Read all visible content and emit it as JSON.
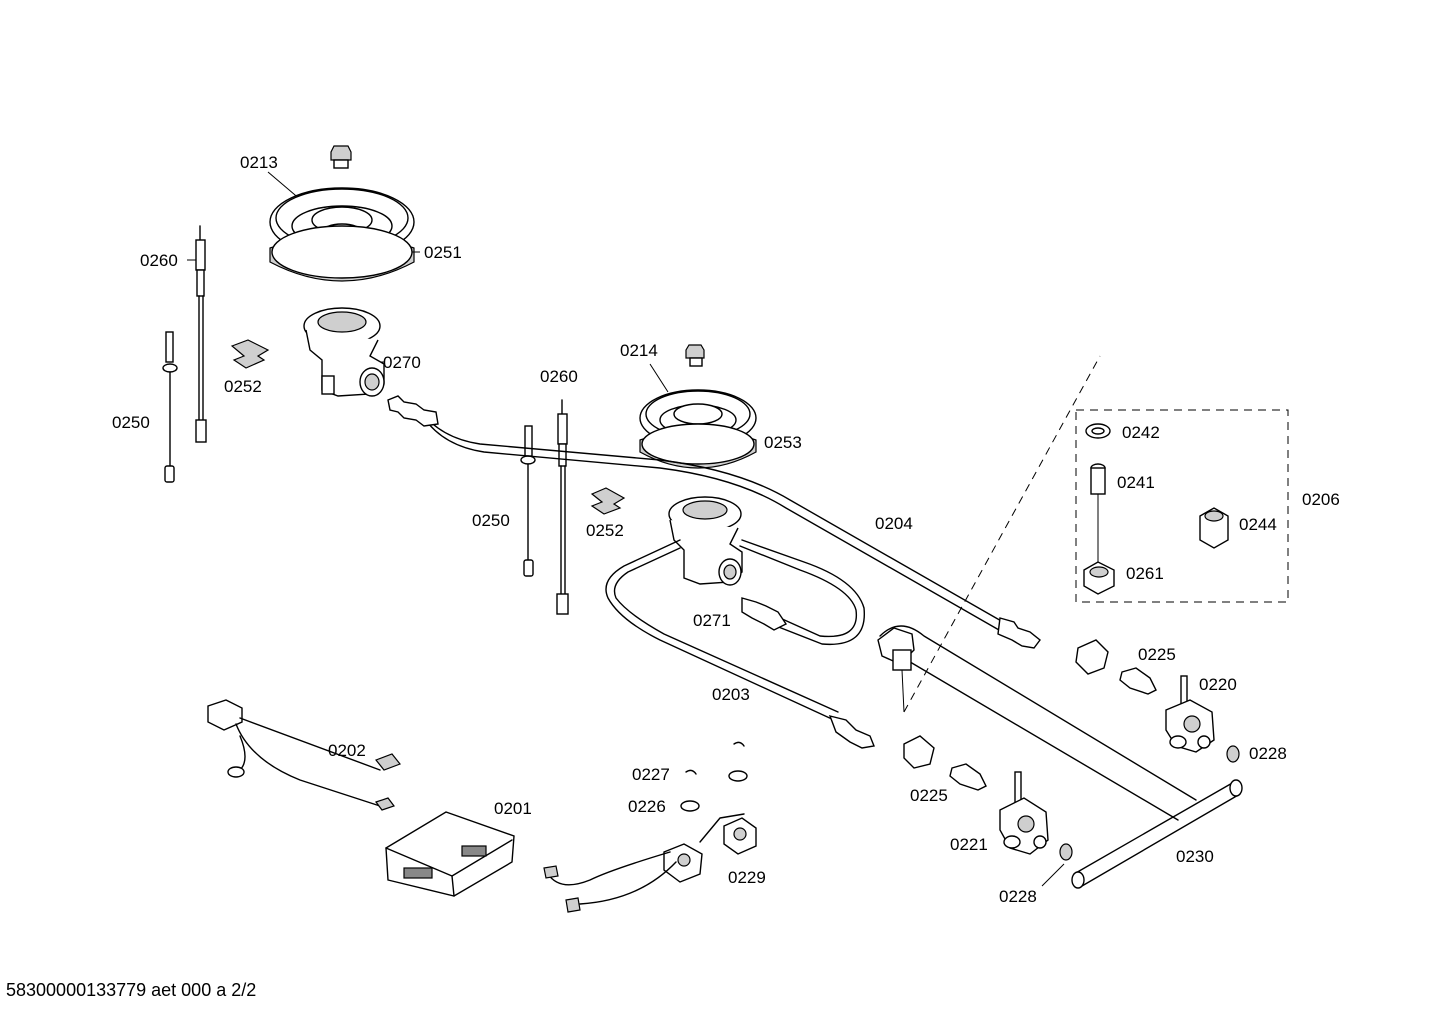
{
  "labels": {
    "p0213": "0213",
    "p0251": "0251",
    "p0260a": "0260",
    "p0252a": "0252",
    "p0250a": "0250",
    "p0270": "0270",
    "p0214": "0214",
    "p0260b": "0260",
    "p0253": "0253",
    "p0250b": "0250",
    "p0252b": "0252",
    "p0204": "0204",
    "p0271": "0271",
    "p0203": "0203",
    "p0202": "0202",
    "p0201": "0201",
    "p0227": "0227",
    "p0226": "0226",
    "p0229": "0229",
    "p0225a": "0225",
    "p0225b": "0225",
    "p0221": "0221",
    "p0228a": "0228",
    "p0228b": "0228",
    "p0220": "0220",
    "p0230": "0230",
    "p0242": "0242",
    "p0241": "0241",
    "p0261": "0261",
    "p0244": "0244",
    "p0206": "0206"
  },
  "footer": "58300000133779 aet 000 a 2/2"
}
